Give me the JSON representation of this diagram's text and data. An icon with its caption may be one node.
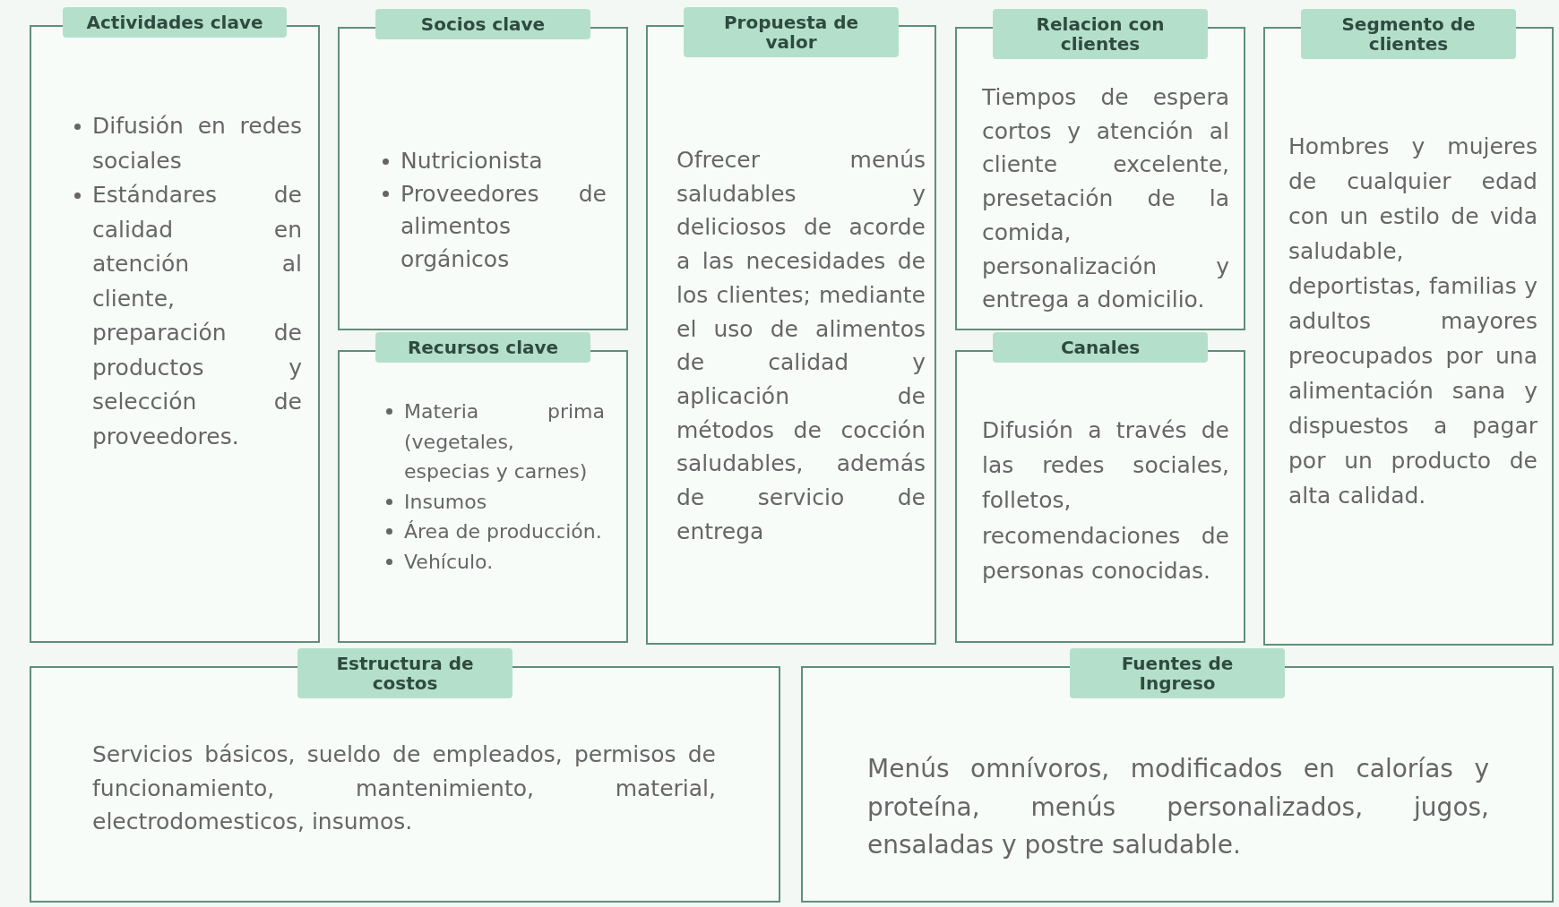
{
  "diagram": {
    "nodes": [
      {
        "text": [
          "Actividades clave",
          "Difusión en redes sociales",
          "Estándares de calidad en atención al cliente, preparación de productos y selección de proveedores."
        ]
      },
      {
        "text": [
          "Socios clave",
          "Nutricionista",
          "Proveedores de alimentos orgánicos"
        ]
      },
      {
        "text": [
          "Propuesta de valor",
          "Ofrecer menús saludables y deliciosos de acorde a las necesidades de los clientes; mediante el uso de alimentos de calidad y aplicación de métodos de cocción saludables, además de servicio de entrega"
        ]
      },
      {
        "text": [
          "Relacion con clientes",
          "Tiempos de espera cortos y atención al cliente excelente, presetación de la comida, personalización y entrega a domicilio."
        ]
      },
      {
        "text": [
          "Segmento de clientes",
          "Hombres y mujeres de cualquier edad con un estilo de vida saludable, deportistas, familias y adultos mayores preocupados por una alimentación sana y dispuestos a pagar por un producto de alta calidad."
        ]
      },
      {
        "text": [
          "Recursos clave",
          "Materia prima (vegetales, especias y carnes)",
          "Insumos",
          "Área de producción.",
          "Vehículo."
        ]
      },
      {
        "text": [
          "Canales",
          "Difusión a través de las redes sociales, folletos, recomendaciones de personas conocidas."
        ]
      },
      {
        "text": [
          "Estructura de costos",
          "Servicios básicos, sueldo de empleados, permisos de funcionamiento, mantenimiento, material, electrodomesticos, insumos."
        ]
      },
      {
        "text": [
          "Fuentes de Ingreso",
          "Menús omnívoros, modificados en calorías y proteína, menús personalizados, jugos, ensaladas y postre saludable."
        ]
      }
    ]
  }
}
